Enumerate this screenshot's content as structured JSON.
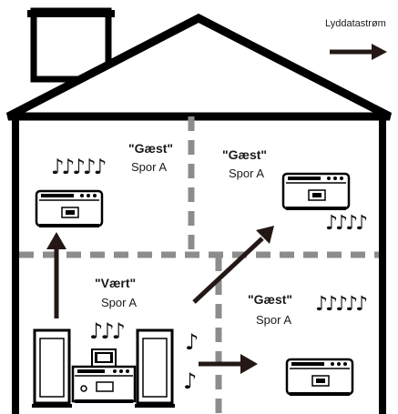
{
  "legend": {
    "label": "Lyddatastrøm",
    "arrow_color": "#231815"
  },
  "rooms": {
    "top_left": {
      "role": "\"Gæst\"",
      "track": "Spor A",
      "notes": "♪♪♪♪♪"
    },
    "top_right": {
      "role": "\"Gæst\"",
      "track": "Spor A",
      "notes": "♪♪♪♪"
    },
    "middle_left": {
      "role": "\"Vært\"",
      "track": "Spor A",
      "notes": "♪♪♪"
    },
    "bottom_right": {
      "role": "\"Gæst\"",
      "track": "Spor A",
      "notes": "♪♪♪♪♪"
    }
  },
  "host_side_notes": [
    "♪",
    "♪"
  ],
  "colors": {
    "outline": "#000000",
    "divider": "#8c8c8c",
    "device_fill": "#ffffff"
  }
}
